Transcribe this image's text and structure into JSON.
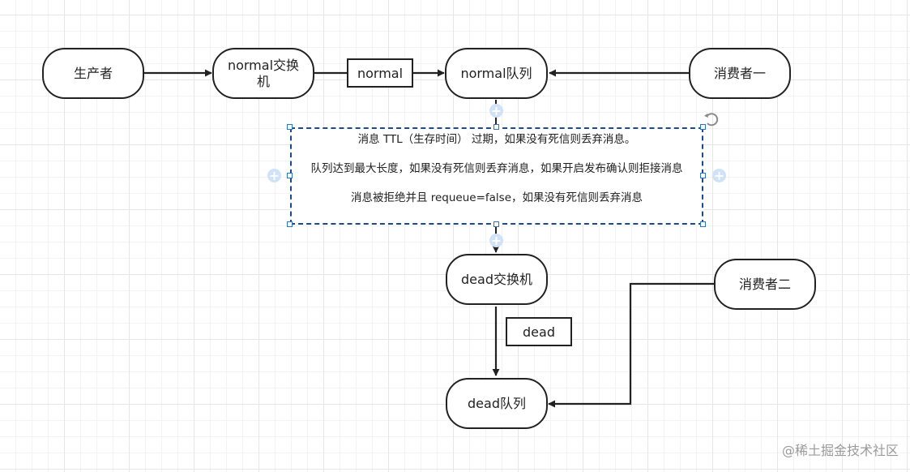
{
  "nodes": {
    "producer": "生产者",
    "normal_exchange": "normal交换机",
    "normal_queue": "normal队列",
    "consumer_one": "消费者一",
    "dead_exchange": "dead交换机",
    "dead_queue": "dead队列",
    "consumer_two": "消费者二"
  },
  "routing_keys": {
    "normal": "normal",
    "dead": "dead"
  },
  "note": {
    "line1": "消息 TTL（生存时间） 过期，如果没有死信则丢弃消息。",
    "line2": "队列达到最大长度，如果没有死信则丢弃消息，如果开启发布确认则拒接消息",
    "line3": "消息被拒绝并且 requeue=false，如果没有死信则丢弃消息"
  },
  "watermark": "@稀土掘金技术社区",
  "colors": {
    "stroke": "#222222",
    "selection": "#1b4a8c",
    "handle": "#2a76c6",
    "connector_plus": "#cfe2f8"
  }
}
